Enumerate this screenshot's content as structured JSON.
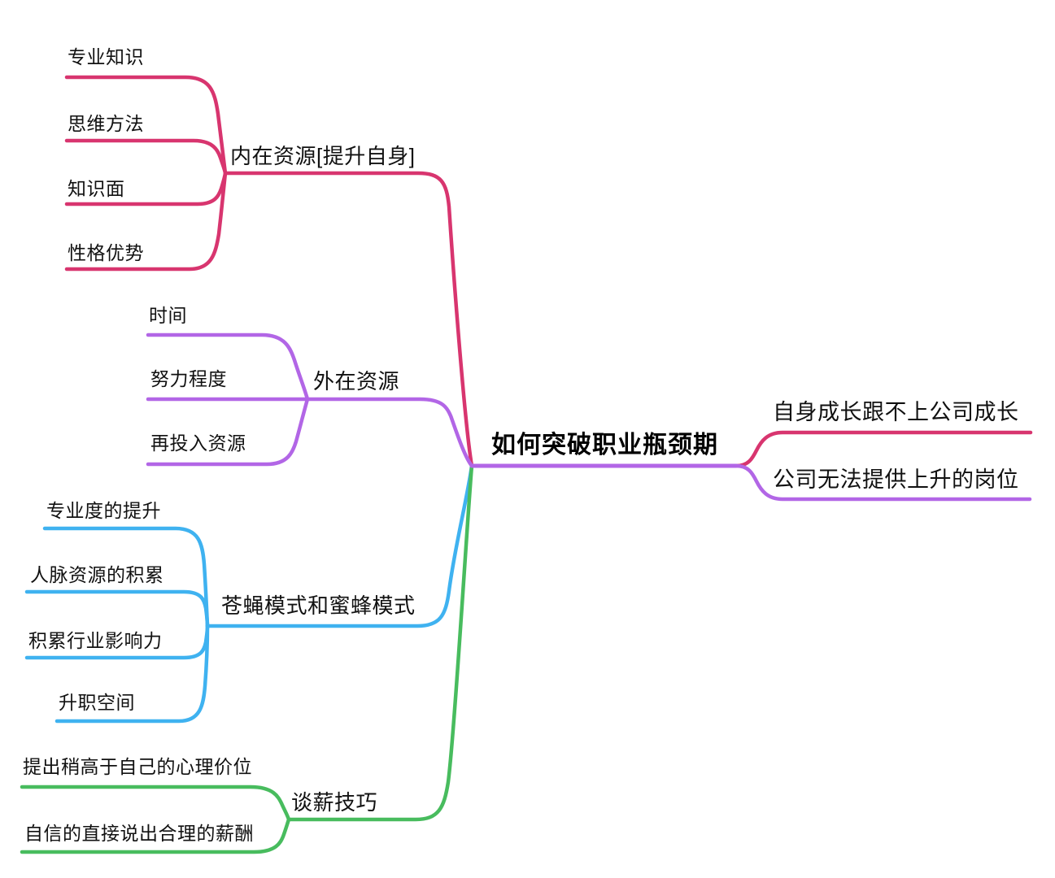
{
  "root": {
    "label": "如何突破职业瓶颈期"
  },
  "colors": {
    "pink": "#D8356F",
    "purple": "#B266E6",
    "blue": "#3FB2F0",
    "green": "#48BC5E",
    "text": "#111111",
    "background": "#FFFFFF"
  },
  "branches": [
    {
      "id": "inner-resources",
      "label": "内在资源[提升自身]",
      "color": "#D8356F",
      "children": [
        {
          "label": "专业知识"
        },
        {
          "label": "思维方法"
        },
        {
          "label": "知识面"
        },
        {
          "label": "性格优势"
        }
      ]
    },
    {
      "id": "external-resources",
      "label": "外在资源",
      "color": "#B266E6",
      "children": [
        {
          "label": "时间"
        },
        {
          "label": "努力程度"
        },
        {
          "label": "再投入资源"
        }
      ]
    },
    {
      "id": "fly-bee-mode",
      "label": "苍蝇模式和蜜蜂模式",
      "color": "#3FB2F0",
      "children": [
        {
          "label": "专业度的提升"
        },
        {
          "label": "人脉资源的积累"
        },
        {
          "label": "积累行业影响力"
        },
        {
          "label": "升职空间"
        }
      ]
    },
    {
      "id": "salary-negotiation",
      "label": "谈薪技巧",
      "color": "#48BC5E",
      "children": [
        {
          "label": "提出稍高于自己的心理价位"
        },
        {
          "label": "自信的直接说出合理的薪酬"
        }
      ]
    }
  ],
  "right_nodes": [
    {
      "label": "自身成长跟不上公司成长",
      "color": "#D8356F"
    },
    {
      "label": "公司无法提供上升的岗位",
      "color": "#B266E6"
    }
  ]
}
